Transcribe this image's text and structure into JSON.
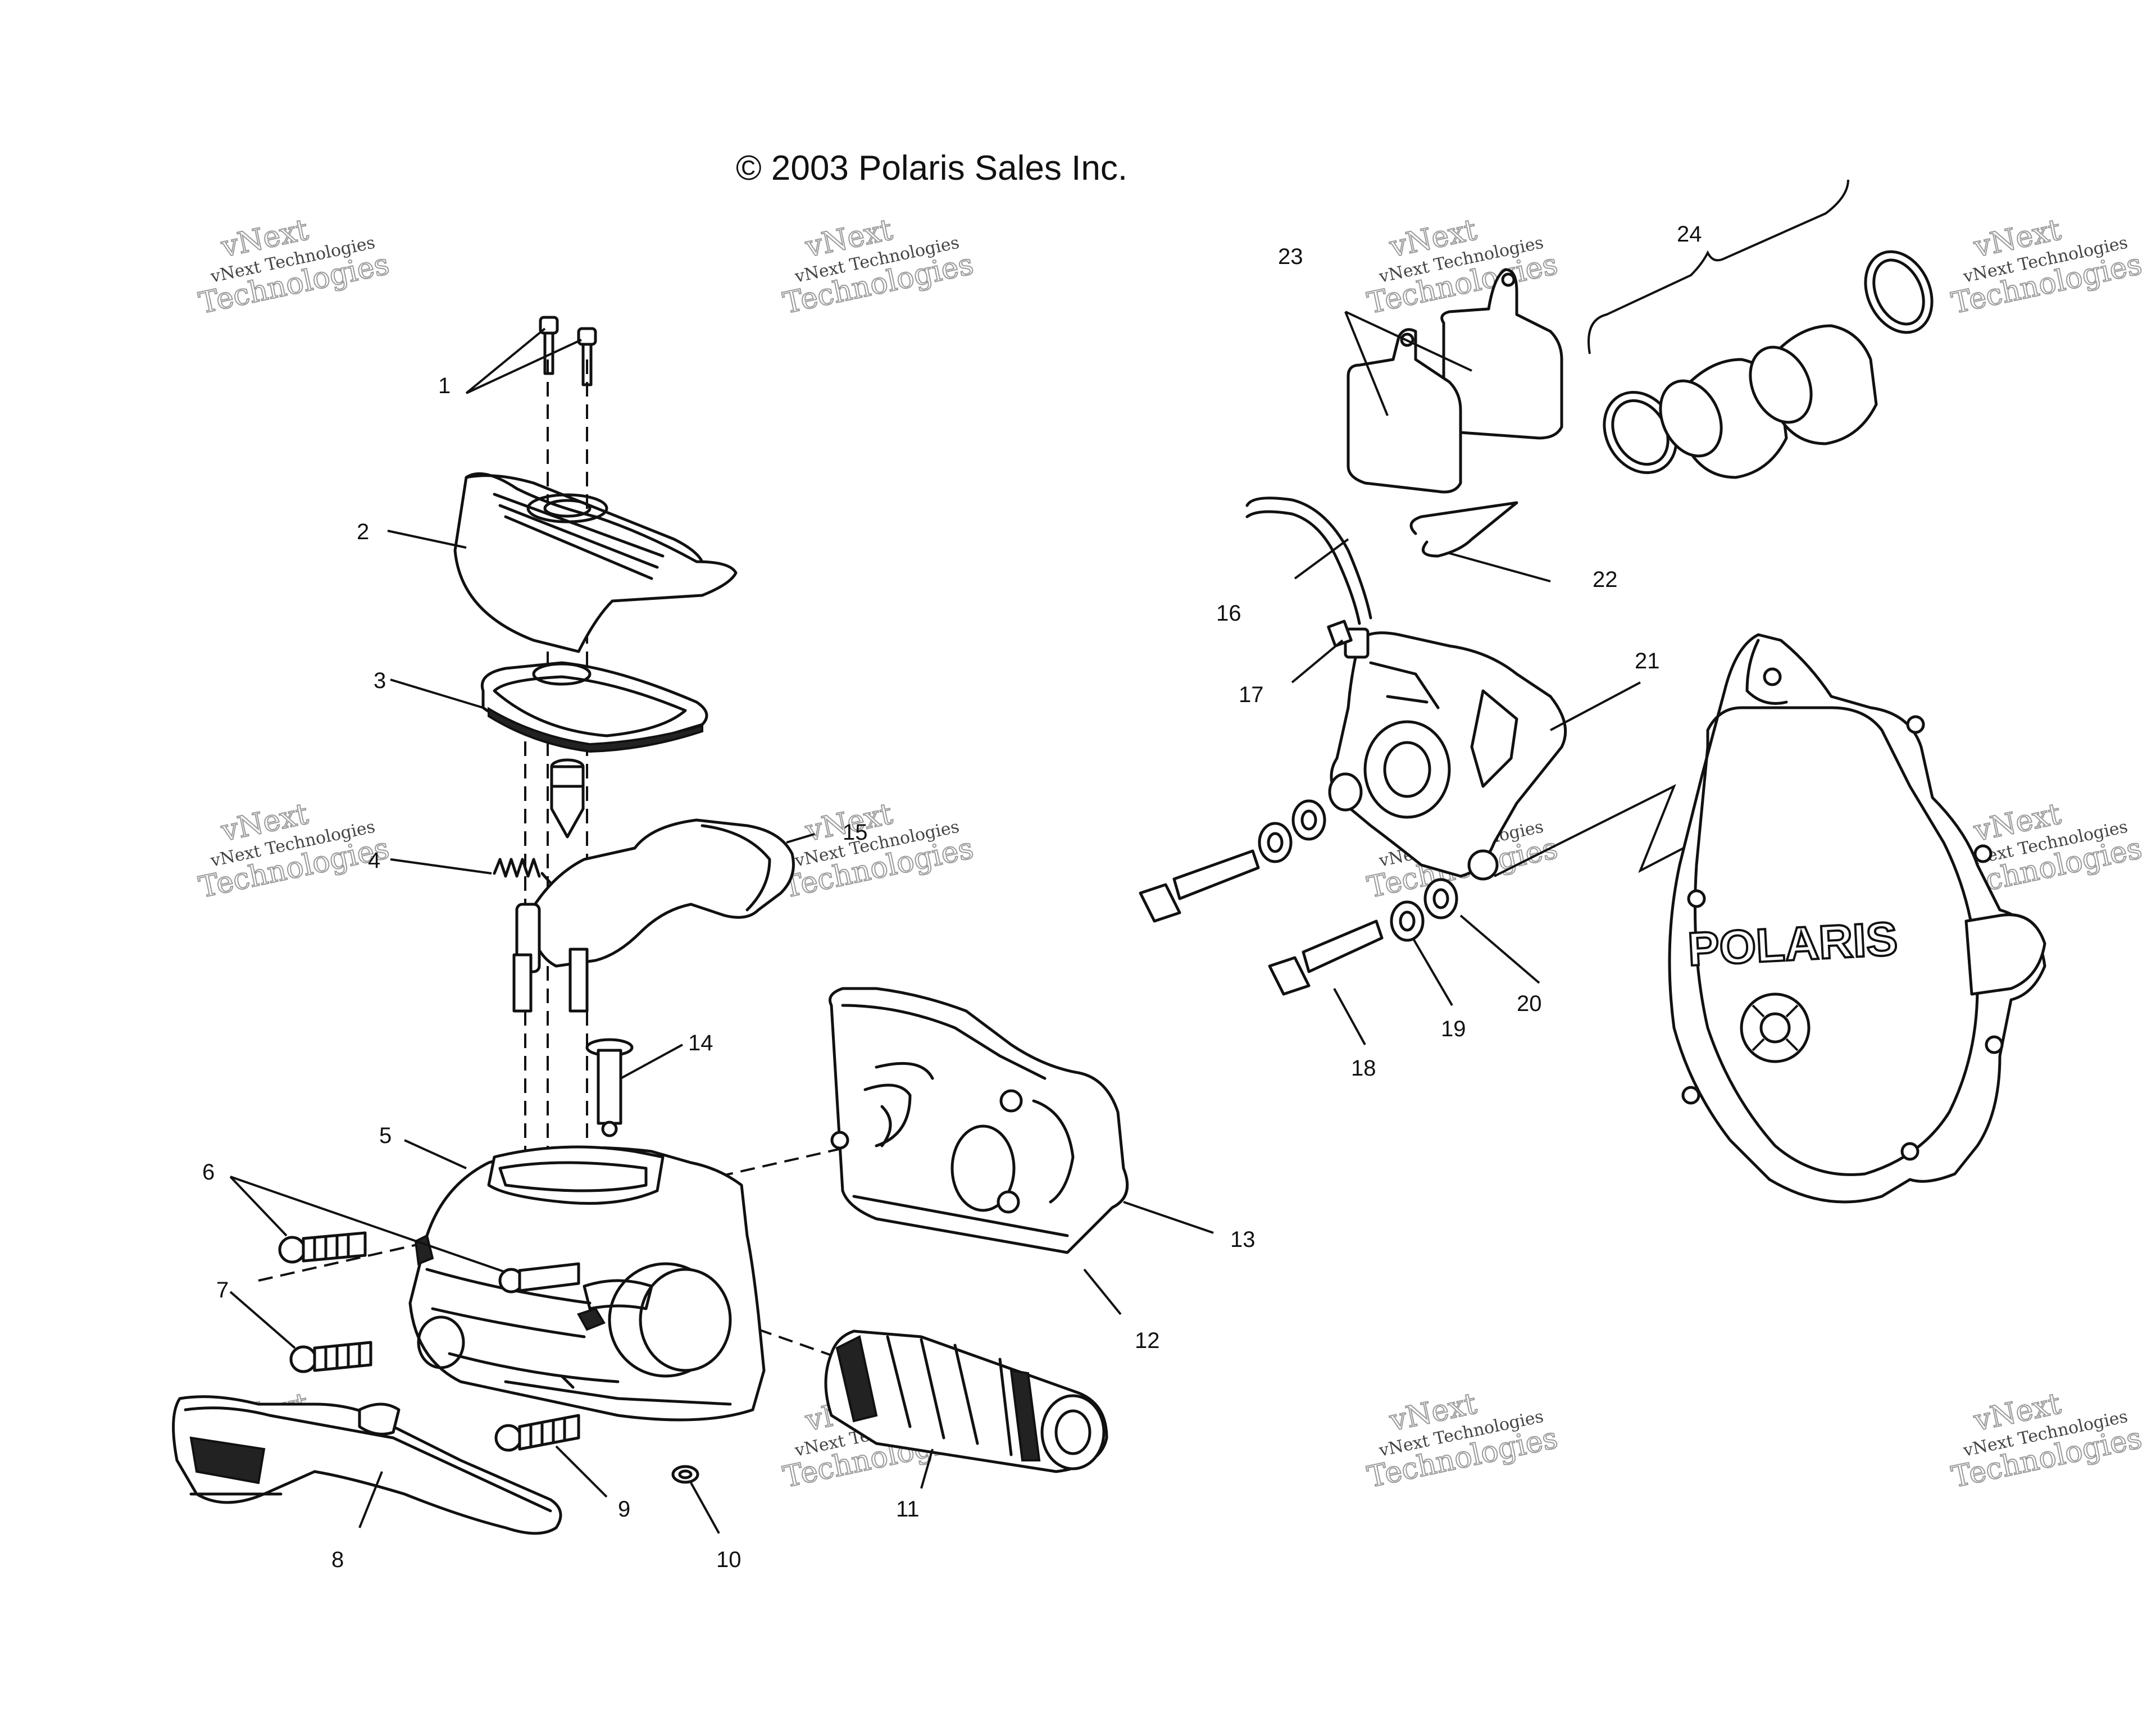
{
  "copyright": "© 2003 Polaris Sales Inc.",
  "watermark": {
    "line1": "vNext",
    "line2": "vNext Technologies",
    "line3": "Technologies"
  },
  "logo_text": "POLARIS",
  "callouts": [
    "1",
    "2",
    "3",
    "4",
    "5",
    "6",
    "7",
    "8",
    "9",
    "10",
    "11",
    "12",
    "13",
    "14",
    "15",
    "16",
    "17",
    "18",
    "19",
    "20",
    "21",
    "22",
    "23",
    "24"
  ]
}
